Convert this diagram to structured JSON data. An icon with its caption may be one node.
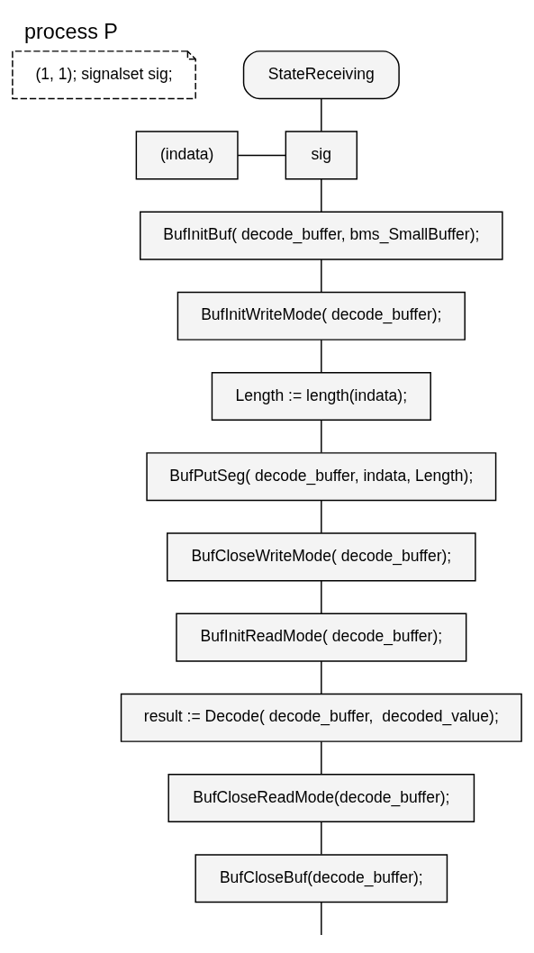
{
  "diagram": {
    "title": "process P",
    "nodes": [
      {
        "text": [
          "(1, 1); signalset sig;"
        ]
      },
      {
        "text": [
          "StateReceiving"
        ]
      },
      {
        "text": [
          "sig"
        ]
      },
      {
        "text": [
          "(indata)"
        ]
      },
      {
        "text": [
          "BufInitBuf( decode_buffer, bms_SmallBuffer);"
        ]
      },
      {
        "text": [
          "BufInitWriteMode( decode_buffer);"
        ]
      },
      {
        "text": [
          "Length := length(indata);"
        ]
      },
      {
        "text": [
          "BufPutSeg( decode_buffer, indata, Length);"
        ]
      },
      {
        "text": [
          "BufCloseWriteMode( decode_buffer);"
        ]
      },
      {
        "text": [
          "BufInitReadMode( decode_buffer);"
        ]
      },
      {
        "text": [
          "result := Decode( decode_buffer,  decoded_value);"
        ]
      },
      {
        "text": [
          "BufCloseReadMode(decode_buffer);"
        ]
      },
      {
        "text": [
          "BufCloseBuf(decode_buffer);"
        ]
      }
    ],
    "edges": [
      {
        "from": 1,
        "to": 2,
        "arrow": "none"
      },
      {
        "from": 3,
        "to": 2,
        "arrow": "none"
      },
      {
        "from": 2,
        "to": 4,
        "arrow": "none"
      },
      {
        "from": 4,
        "to": 5,
        "arrow": "none"
      },
      {
        "from": 5,
        "to": 6,
        "arrow": "none"
      },
      {
        "from": 6,
        "to": 7,
        "arrow": "none"
      },
      {
        "from": 7,
        "to": 8,
        "arrow": "none"
      },
      {
        "from": 8,
        "to": 9,
        "arrow": "none"
      },
      {
        "from": 9,
        "to": 10,
        "arrow": "none"
      },
      {
        "from": 10,
        "to": 11,
        "arrow": "none"
      },
      {
        "from": 11,
        "to": 12,
        "arrow": "none"
      },
      {
        "from": 12,
        "to": null,
        "arrow": "none"
      }
    ]
  }
}
